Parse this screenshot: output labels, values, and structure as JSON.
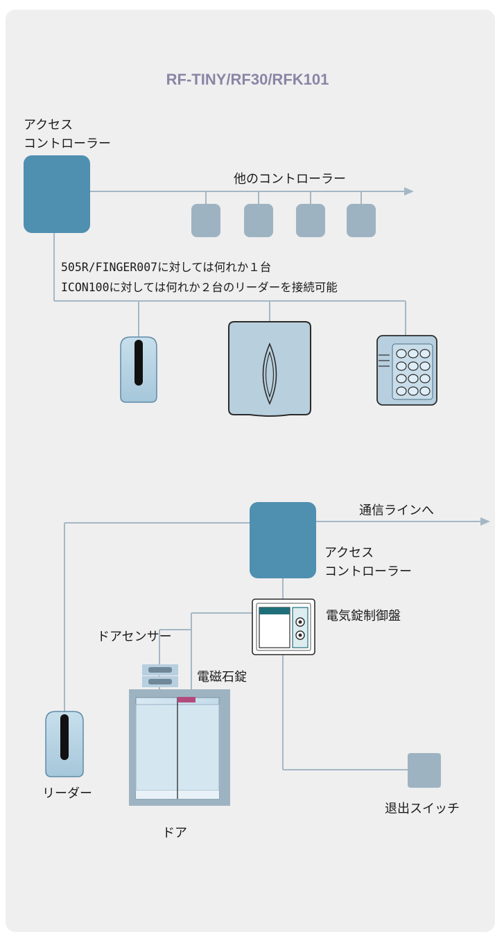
{
  "title": "RF-TINY/RF30/RFK101",
  "diagram1": {
    "controller_label_line1": "アクセス",
    "controller_label_line2": "コントローラー",
    "other_controllers_label": "他のコントローラー",
    "note_line1": "505R/FINGER007に対しては何れか１台",
    "note_line2": "ICON100に対しては何れか２台のリーダーを接続可能",
    "readers": [
      "reader-slim",
      "reader-proximity",
      "reader-keypad"
    ]
  },
  "diagram2": {
    "comm_line_label": "通信ラインへ",
    "controller_label_line1": "アクセス",
    "controller_label_line2": "コントローラー",
    "lock_panel_label": "電気錠制御盤",
    "door_sensor_label": "ドアセンサー",
    "em_lock_label": "電磁石錠",
    "reader_label": "リーダー",
    "door_label": "ドア",
    "exit_switch_label": "退出スイッチ"
  },
  "colors": {
    "panel_bg": "#efefef",
    "controller": "#4f8fb0",
    "sub_controller": "#9eb3c2",
    "line": "#a4b7c5",
    "title": "#8a85a6",
    "reader_body": "#b7d3e3",
    "lock_bar": "#b24b7c"
  }
}
